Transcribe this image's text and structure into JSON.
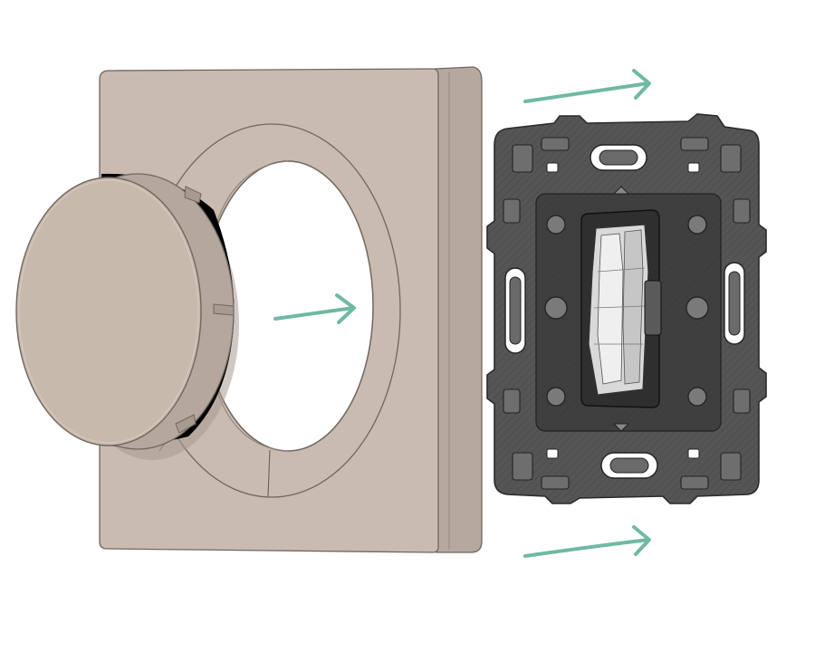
{
  "figure": {
    "type": "exploded-assembly-illustration",
    "parts": [
      {
        "id": "round-cap",
        "icon": "round-cap-icon"
      },
      {
        "id": "square-plate",
        "icon": "square-plate-icon"
      },
      {
        "id": "switch-mechanism",
        "icon": "switch-mechanism-icon"
      }
    ],
    "arrows": [
      {
        "id": "arrow-center",
        "direction": "right"
      },
      {
        "id": "arrow-top",
        "direction": "right"
      },
      {
        "id": "arrow-bottom",
        "direction": "right"
      }
    ]
  },
  "colors": {
    "background": "#ffffff",
    "plate_face": "#c9bbb0",
    "plate_edge": "#b8aa9f",
    "line": "#6f6761",
    "cap_face": "#c8b9ad",
    "mechanism_frame": "#545454",
    "mechanism_dark": "#3a3a3a",
    "mechanism_insert": "#d9d9d9",
    "arrow": "#6fb9a4"
  }
}
